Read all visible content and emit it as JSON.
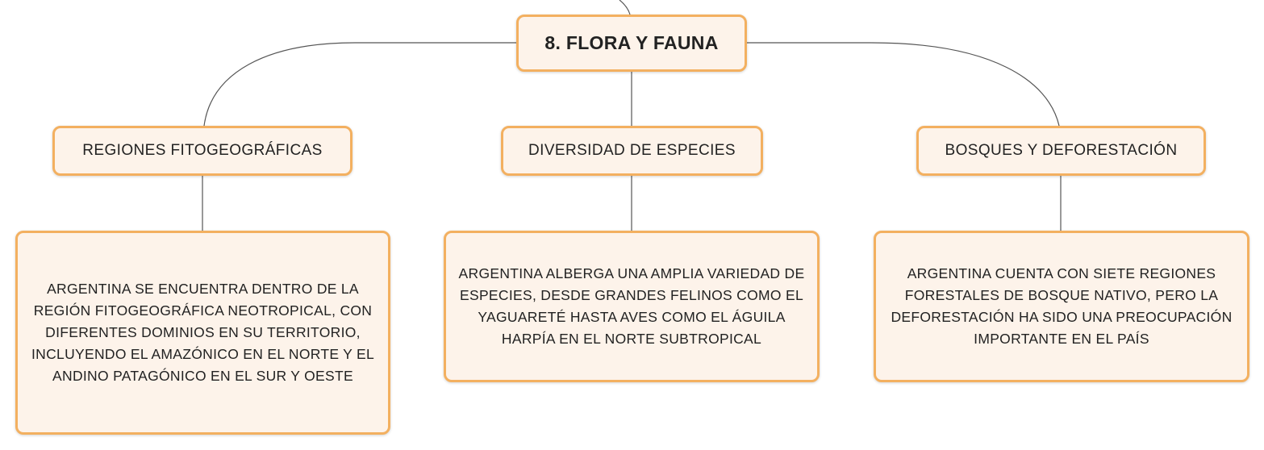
{
  "diagram": {
    "root": {
      "label": "8. FLORA Y FAUNA"
    },
    "branches": [
      {
        "label": "REGIONES FITOGEOGRÁFICAS",
        "detail": "ARGENTINA SE ENCUENTRA DENTRO DE LA REGIÓN FITOGEOGRÁFICA NEOTROPICAL, CON DIFERENTES DOMINIOS EN SU TERRITORIO, INCLUYENDO EL AMAZÓNICO EN EL NORTE Y EL ANDINO PATAGÓNICO EN EL SUR Y OESTE"
      },
      {
        "label": "DIVERSIDAD DE ESPECIES",
        "detail": "ARGENTINA ALBERGA UNA AMPLIA VARIEDAD DE ESPECIES, DESDE GRANDES FELINOS COMO EL YAGUARETÉ HASTA AVES COMO EL ÁGUILA HARPÍA EN EL NORTE SUBTROPICAL"
      },
      {
        "label": "BOSQUES Y DEFORESTACIÓN",
        "detail": "ARGENTINA CUENTA CON SIETE REGIONES FORESTALES DE BOSQUE NATIVO, PERO LA DEFORESTACIÓN HA SIDO UNA PREOCUPACIÓN IMPORTANTE EN EL PAÍS"
      }
    ]
  },
  "colors": {
    "node_border": "#f3b060",
    "node_fill": "#fdf3ea",
    "connector": "#555555",
    "text": "#222222"
  }
}
